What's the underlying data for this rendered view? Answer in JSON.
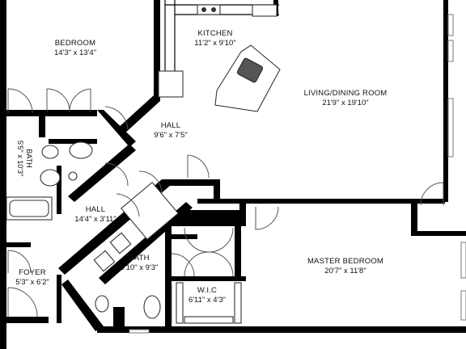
{
  "rooms": {
    "bedroom": {
      "name": "BEDROOM",
      "dims": "14'3\" x 13'4\""
    },
    "kitchen": {
      "name": "KITCHEN",
      "dims": "11'2\" x 9'10\""
    },
    "living": {
      "name": "LIVING/DINING ROOM",
      "dims": "21'9\" x 19'10\""
    },
    "hall1": {
      "name": "HALL",
      "dims": "9'6\" x 7'5\""
    },
    "bath1": {
      "name": "BATH",
      "dims": "5'5\" x 10'3\""
    },
    "hall2": {
      "name": "HALL",
      "dims": "14'4\" x 3'11\""
    },
    "bath2": {
      "name": "BATH",
      "dims": "9'10\" x 9'3\""
    },
    "foyer": {
      "name": "FOYER",
      "dims": "5'3\" x 6'2\""
    },
    "master": {
      "name": "MASTER BEDROOM",
      "dims": "20'7\" x 11'8\""
    },
    "wic": {
      "name": "W.I.C",
      "dims": "6'11\" x 4'3\""
    }
  }
}
